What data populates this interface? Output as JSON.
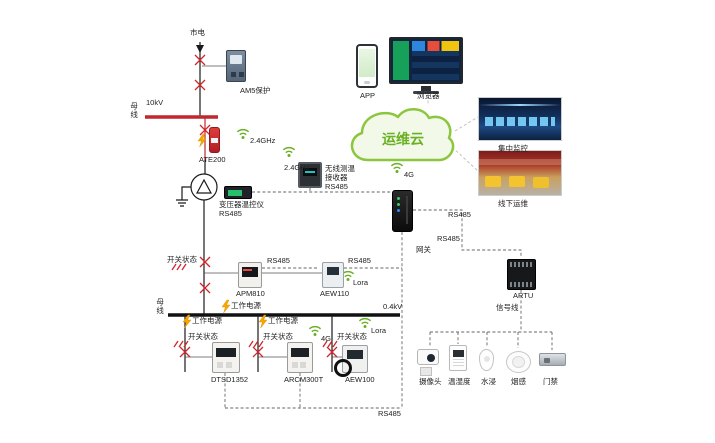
{
  "colors": {
    "accent_green": "#6ab023",
    "line_red": "#c1272d",
    "bolt_yellow": "#f6a800"
  },
  "diagram": {
    "top": {
      "mains": "市电",
      "relay": "AM5保护",
      "voltage_hv": "10kV",
      "busbar": "母线",
      "sensor": "ATE200",
      "ghz": "2.4GHz",
      "receiver_l1": "无线测温",
      "receiver_l2": "接收器",
      "receiver_l3": "RS485",
      "transctrl_l1": "变压器温控仪",
      "transctrl_l2": "RS485"
    },
    "cloud": {
      "name": "运维云"
    },
    "remote": {
      "app": "APP",
      "browser": "浏览器",
      "central": "集中监控",
      "offline": "线下运维"
    },
    "gateway": "网关",
    "net": {
      "rs485": "RS485",
      "lora": "Lora",
      "fourg": "4G"
    },
    "mid": {
      "switch_status": "开关状态",
      "apm810": "APM810",
      "aew110": "AEW110",
      "artu": "ARTU",
      "signal_line": "信号线"
    },
    "lv": {
      "busbar": "母线",
      "work_power": "工作电源",
      "voltage_lv": "0.4kV",
      "dtsd1352": "DTSD1352",
      "arcm300t": "ARCM300T",
      "aew100": "AEW100"
    },
    "sensors": {
      "camera": "摄像头",
      "temphum": "温湿度",
      "water": "水浸",
      "smoke": "烟感",
      "door": "门禁"
    }
  }
}
